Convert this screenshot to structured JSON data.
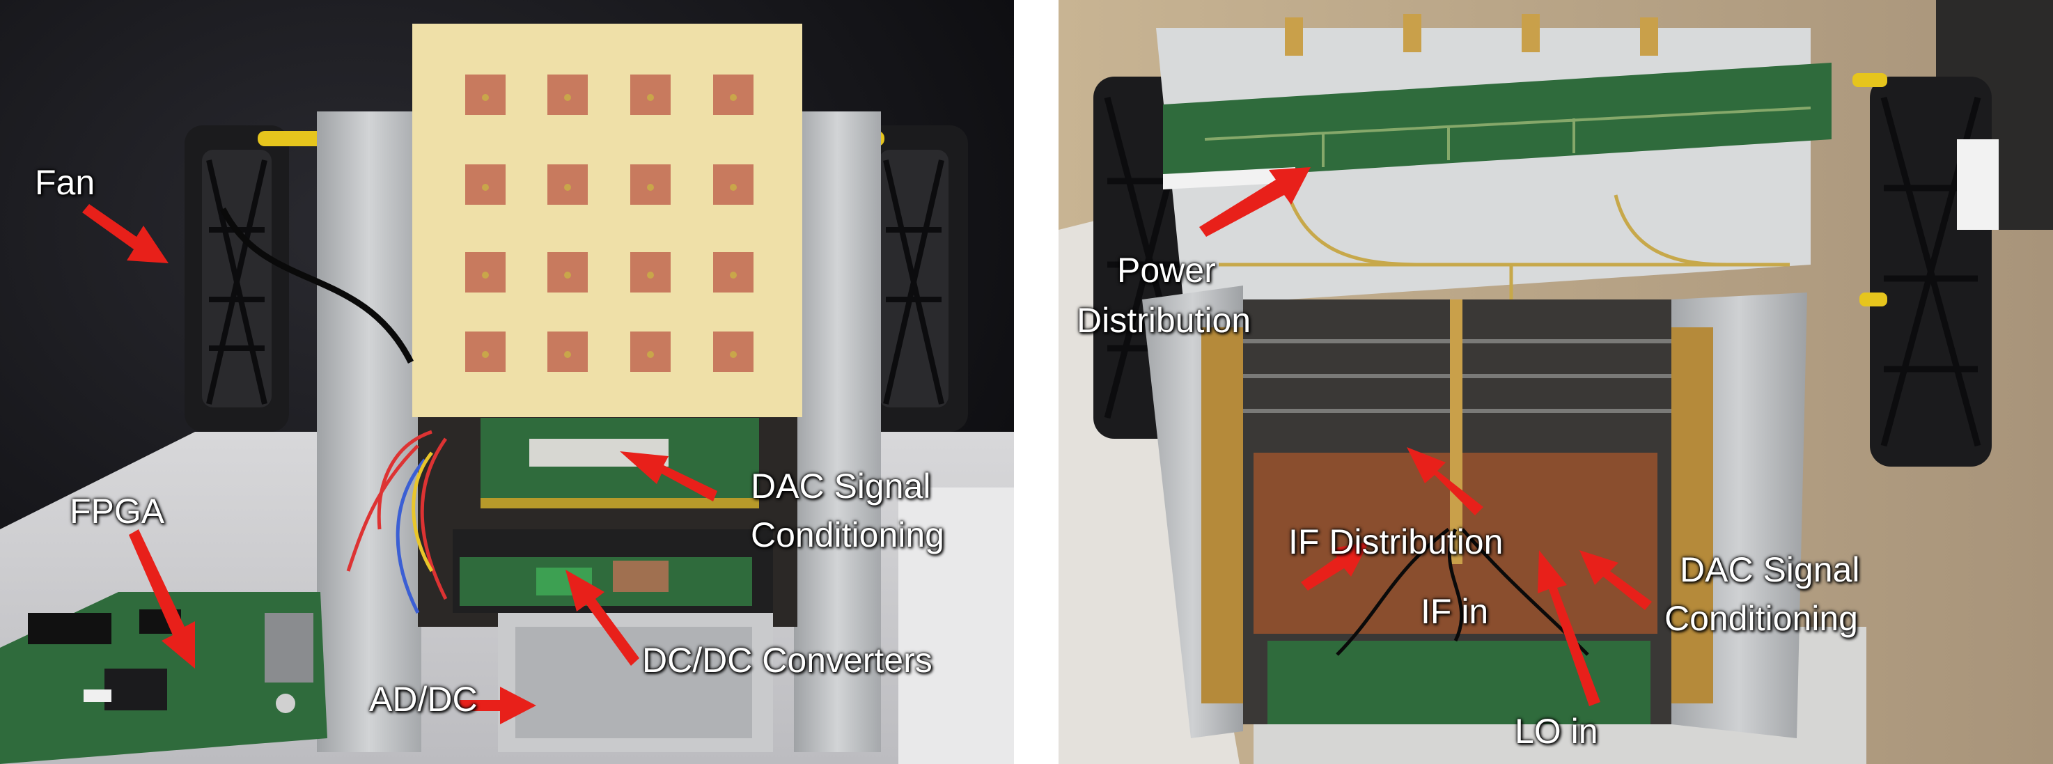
{
  "left_panel": {
    "labels": {
      "fan": "Fan",
      "fpga": "FPGA",
      "dac_line1": "DAC Signal",
      "dac_line2": "Conditioning",
      "dcdc": "DC/DC Converters",
      "addc": "AD/DC"
    }
  },
  "right_panel": {
    "labels": {
      "power_line1": "Power",
      "power_line2": "Distribution",
      "if_distribution": "IF Distribution",
      "dac_line1": "DAC Signal",
      "dac_line2": "Conditioning",
      "if_in": "IF in",
      "lo_in": "LO in"
    }
  },
  "colors": {
    "arrow": "#e8201a",
    "label_text": "#ffffff",
    "antenna_board": "#efe0a8",
    "patch": "#c87a5e",
    "pcb_green": "#2f6b3c",
    "aluminum": "#b9bbbd",
    "fan_black": "#1b1b1d"
  }
}
